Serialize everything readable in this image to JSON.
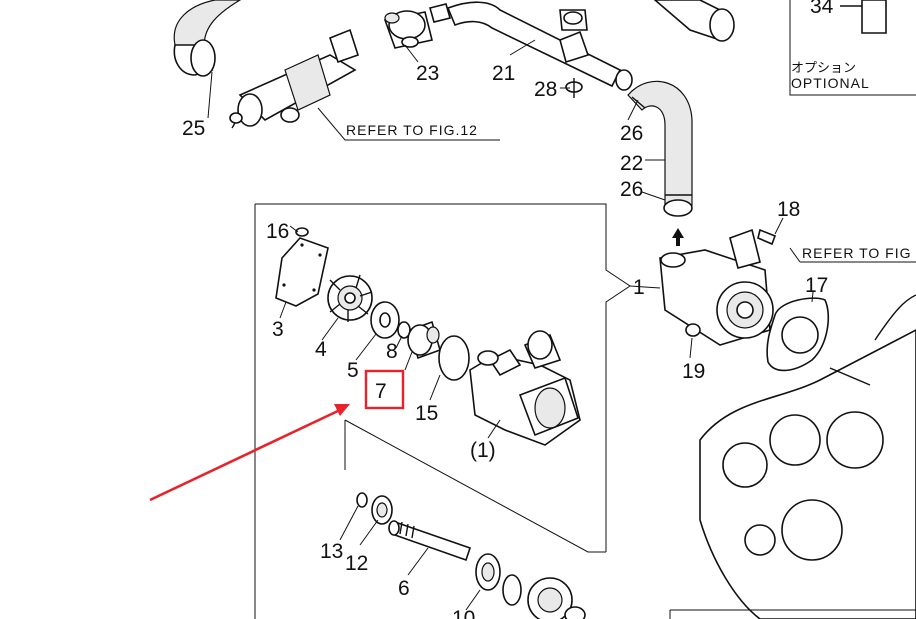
{
  "diagram": {
    "callouts": {
      "c34": "34",
      "c25": "25",
      "c23": "23",
      "c21": "21",
      "c28": "28",
      "c26a": "26",
      "c22": "22",
      "c26b": "26",
      "c18": "18",
      "c1": "1",
      "c17": "17",
      "c19": "19",
      "c16": "16",
      "c3": "3",
      "c4": "4",
      "c5": "5",
      "c8": "8",
      "c7": "7",
      "c15": "15",
      "c1p": "(1)",
      "c13": "13",
      "c12": "12",
      "c6": "6",
      "c10": "10"
    },
    "references": {
      "fig12": "REFER TO FIG.12",
      "figcut": "REFER TO FIG"
    },
    "optional": {
      "jp": "オプション",
      "en": "OPTIONAL"
    },
    "annotation": {
      "box_color": "#e8212a",
      "arrow_color": "#e8212a",
      "highlighted_callout": "7"
    }
  }
}
